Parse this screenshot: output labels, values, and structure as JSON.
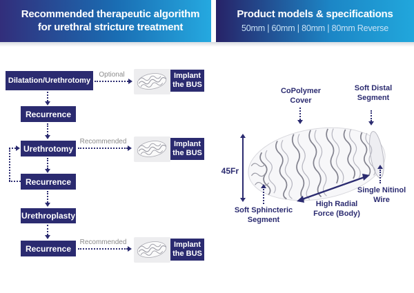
{
  "colors": {
    "navy": "#2b2b70",
    "cyan": "#29abe2",
    "branch_label_gray": "#8a8a8a"
  },
  "header_left": {
    "line1": "Recommended therapeutic algorithm",
    "line2": "for urethral stricture treatment"
  },
  "header_right": {
    "title": "Product models & specifications",
    "subtitle": "50mm | 60mm | 80mm | 80mm Reverse"
  },
  "flowchart": {
    "boxes": [
      {
        "label": "Dilatation/Urethrotomy"
      },
      {
        "label": "Recurrence"
      },
      {
        "label": "Urethrotomy"
      },
      {
        "label": "Recurrence"
      },
      {
        "label": "Urethroplasty"
      },
      {
        "label": "Recurrence"
      }
    ],
    "branch_labels": {
      "optional": "Optional",
      "recommended": "Recommended"
    },
    "implant": {
      "line1": "Implant",
      "line2": "the BUS"
    }
  },
  "product": {
    "size_label": "45Fr",
    "annotations": {
      "copolymer": {
        "line1": "CoPolymer",
        "line2": "Cover"
      },
      "distal": {
        "line1": "Soft Distal",
        "line2": "Segment"
      },
      "sphincteric": {
        "line1": "Soft Sphincteric",
        "line2": "Segment"
      },
      "radial": {
        "line1": "High Radial",
        "line2": "Force (Body)"
      },
      "nitinol": {
        "line1": "Single Nitinol",
        "line2": "Wire"
      }
    }
  }
}
